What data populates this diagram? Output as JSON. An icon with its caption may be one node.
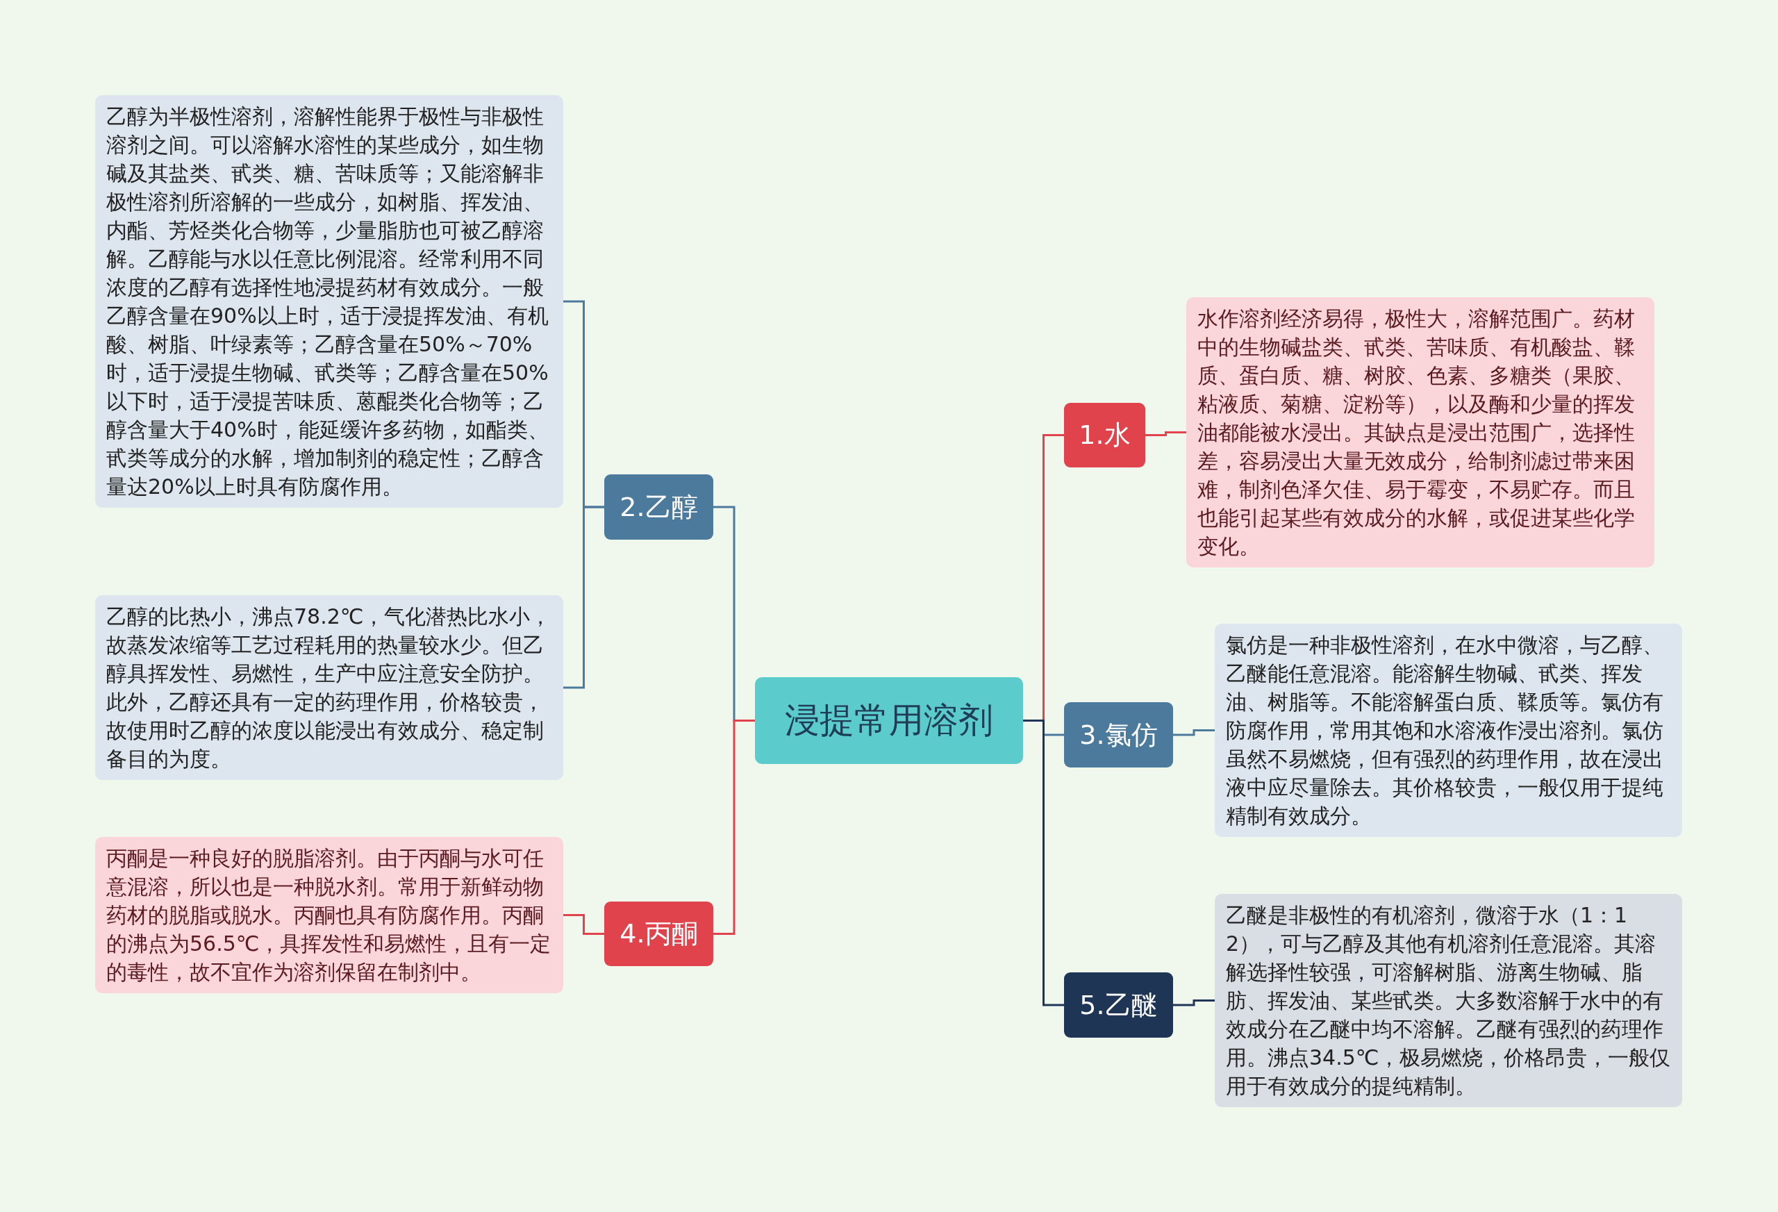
{
  "diagram": {
    "nodes": [
      {
        "text": [
          "浸提常用溶剂"
        ]
      },
      {
        "text": [
          "1.水"
        ]
      },
      {
        "text": [
          "水作溶剂经济易得，极性大，溶解范围广。药材中的生物碱盐类、甙类、苦味质、有机酸盐、鞣质、蛋白质、糖、树胶、色素、多糖类（果胶、粘液质、菊糖、淀粉等），以及酶和少量的挥发油都能被水浸出。其缺点是浸出范围广，选择性差，容易浸出大量无效成分，给制剂滤过带来困难，制剂色泽欠佳、易于霉变，不易贮存。而且也能引起某些有效成分的水解，或促进某些化学变化。"
        ]
      },
      {
        "text": [
          "2.乙醇"
        ]
      },
      {
        "text": [
          "乙醇为半极性溶剂，溶解性能界于极性与非极性溶剂之间。可以溶解水溶性的某些成分，如生物碱及其盐类、甙类、糖、苦味质等；又能溶解非极性溶剂所溶解的一些成分，如树脂、挥发油、内酯、芳烃类化合物等，少量脂肪也可被乙醇溶解。乙醇能与水以任意比例混溶。经常利用不同浓度的乙醇有选择性地浸提药材有效成分。一般乙醇含量在90%以上时，适于浸提挥发油、有机酸、树脂、叶绿素等；乙醇含量在50%～70%时，适于浸提生物碱、甙类等；乙醇含量在50%以下时，适于浸提苦味质、蒽醌类化合物等；乙醇含量大于40%时，能延缓许多药物，如酯类、甙类等成分的水解，增加制剂的稳定性；乙醇含量达20%以上时具有防腐作用。"
        ]
      },
      {
        "text": [
          "乙醇的比热小，沸点78.2℃，气化潜热比水小，故蒸发浓缩等工艺过程耗用的热量较水少。但乙醇具挥发性、易燃性，生产中应注意安全防护。此外，乙醇还具有一定的药理作用，价格较贵，故使用时乙醇的浓度以能浸出有效成分、稳定制备目的为度。"
        ]
      },
      {
        "text": [
          "3.氯仿"
        ]
      },
      {
        "text": [
          "氯仿是一种非极性溶剂，在水中微溶，与乙醇、乙醚能任意混溶。能溶解生物碱、甙类、挥发油、树脂等。不能溶解蛋白质、鞣质等。氯仿有防腐作用，常用其饱和水溶液作浸出溶剂。氯仿虽然不易燃烧，但有强烈的药理作用，故在浸出液中应尽量除去。其价格较贵，一般仅用于提纯精制有效成分。"
        ]
      },
      {
        "text": [
          "4.丙酮"
        ]
      },
      {
        "text": [
          "丙酮是一种良好的脱脂溶剂。由于丙酮与水可任意混溶，所以也是一种脱水剂。常用于新鲜动物药材的脱脂或脱水。丙酮也具有防腐作用。丙酮的沸点为56.5℃，具挥发性和易燃性，且有一定的毒性，故不宜作为溶剂保留在制剂中。"
        ]
      },
      {
        "text": [
          "5.乙醚"
        ]
      },
      {
        "text": [
          "乙醚是非极性的有机溶剂，微溶于水（1：12），可与乙醇及其他有机溶剂任意混溶。其溶解选择性较强，可溶解树脂、游离生物碱、脂肪、挥发油、某些甙类。大多数溶解于水中的有效成分在乙醚中均不溶解。乙醚有强烈的药理作用。沸点34.5℃，极易燃烧，价格昂贵，一般仅用于有效成分的提纯精制。"
        ]
      }
    ],
    "edges": [
      {
        "from": 0,
        "to": 1,
        "arrow": "none",
        "color": "#e0434b"
      },
      {
        "from": 1,
        "to": 2,
        "arrow": "none",
        "color": "#e0434b"
      },
      {
        "from": 0,
        "to": 3,
        "arrow": "none"
      },
      {
        "from": 3,
        "to": 4,
        "arrow": "none"
      },
      {
        "from": 3,
        "to": 5,
        "arrow": "none"
      },
      {
        "from": 0,
        "to": 6,
        "arrow": "none"
      },
      {
        "from": 6,
        "to": 7,
        "arrow": "none"
      },
      {
        "from": 0,
        "to": 8,
        "arrow": "none",
        "color": "#e0434b"
      },
      {
        "from": 8,
        "to": 9,
        "arrow": "none",
        "color": "#e0434b"
      },
      {
        "from": 0,
        "to": 10,
        "arrow": "none",
        "color": "#1f3556"
      },
      {
        "from": 10,
        "to": 11,
        "arrow": "none",
        "color": "#1f3556"
      }
    ]
  }
}
